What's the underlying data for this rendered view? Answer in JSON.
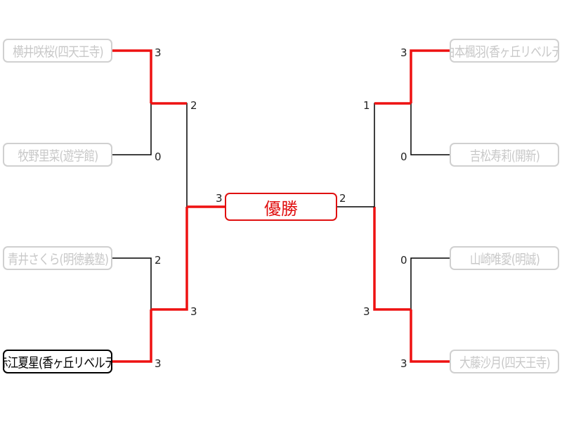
{
  "colors": {
    "win": "#ee1111",
    "line": "#000000",
    "inactive": "#c8c8c8"
  },
  "champion": {
    "label": "優勝"
  },
  "players": {
    "left_1": "横井咲桜(四天王寺)",
    "left_2": "牧野里菜(遊学館)",
    "left_3": "青井さくら(明徳義塾)",
    "left_4": "赤江夏星(香ヶ丘リベルテ)",
    "right_1": "由本楓羽(香ヶ丘リベルテ)",
    "right_2": "吉松寿莉(開新)",
    "right_3": "山崎唯愛(明誠)",
    "right_4": "大藤沙月(四天王寺)"
  },
  "scores": {
    "left_r1_m1_top": "3",
    "left_r1_m1_bottom": "0",
    "left_r1_m2_top": "2",
    "left_r1_m2_bottom": "3",
    "left_r2_top": "2",
    "left_r2_bottom": "3",
    "final_left": "3",
    "final_right": "2",
    "right_r2_top": "1",
    "right_r2_bottom": "3",
    "right_r1_m1_top": "3",
    "right_r1_m1_bottom": "0",
    "right_r1_m2_top": "0",
    "right_r1_m2_bottom": "3"
  }
}
